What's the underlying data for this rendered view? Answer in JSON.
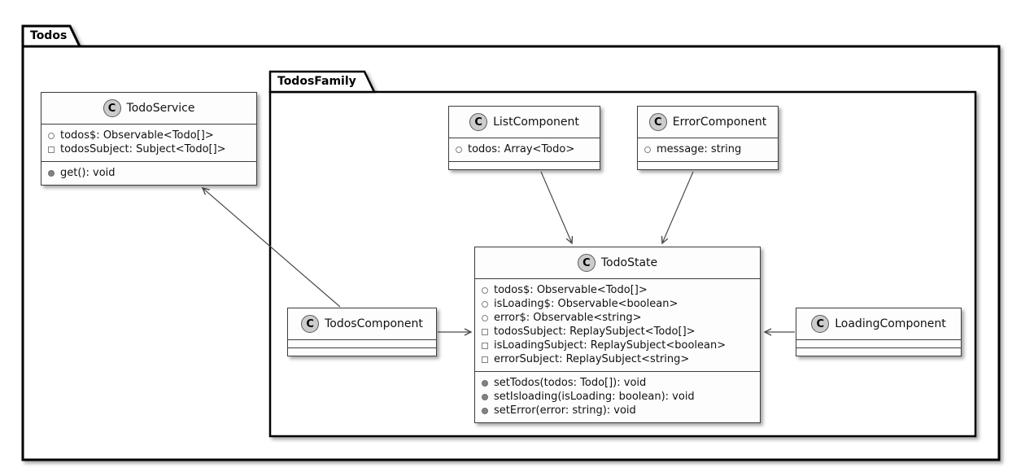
{
  "stereotype": "C",
  "packages": {
    "outer": {
      "label": "Todos"
    },
    "inner": {
      "label": "TodosFamily"
    }
  },
  "classes": {
    "todoService": {
      "name": "TodoService",
      "fields": [
        {
          "icon": "circle-outline",
          "text": "todos$: Observable<Todo[]>"
        },
        {
          "icon": "square-outline",
          "text": "todosSubject: Subject<Todo[]>"
        }
      ],
      "methods": [
        {
          "icon": "circle-filled",
          "text": "get(): void"
        }
      ]
    },
    "listComponent": {
      "name": "ListComponent",
      "fields": [
        {
          "icon": "circle-outline",
          "text": "todos: Array<Todo>"
        }
      ],
      "methods": []
    },
    "errorComponent": {
      "name": "ErrorComponent",
      "fields": [
        {
          "icon": "circle-outline",
          "text": "message: string"
        }
      ],
      "methods": []
    },
    "todoState": {
      "name": "TodoState",
      "fields": [
        {
          "icon": "circle-outline",
          "text": "todos$: Observable<Todo[]>"
        },
        {
          "icon": "circle-outline",
          "text": "isLoading$: Observable<boolean>"
        },
        {
          "icon": "circle-outline",
          "text": "error$: Observable<string>"
        },
        {
          "icon": "square-outline",
          "text": "todosSubject: ReplaySubject<Todo[]>"
        },
        {
          "icon": "square-outline",
          "text": "isLoadingSubject: ReplaySubject<boolean>"
        },
        {
          "icon": "square-outline",
          "text": "errorSubject: ReplaySubject<string>"
        }
      ],
      "methods": [
        {
          "icon": "circle-filled",
          "text": "setTodos(todos: Todo[]): void"
        },
        {
          "icon": "circle-filled",
          "text": "setIsloading(isLoading: boolean): void"
        },
        {
          "icon": "circle-filled",
          "text": "setError(error: string): void"
        }
      ]
    },
    "todosComponent": {
      "name": "TodosComponent",
      "fields": [],
      "methods": []
    },
    "loadingComponent": {
      "name": "LoadingComponent",
      "fields": [],
      "methods": []
    }
  },
  "relations": [
    {
      "from": "TodosComponent",
      "to": "TodoService"
    },
    {
      "from": "TodosComponent",
      "to": "TodoState"
    },
    {
      "from": "ListComponent",
      "to": "TodoState"
    },
    {
      "from": "ErrorComponent",
      "to": "TodoState"
    },
    {
      "from": "LoadingComponent",
      "to": "TodoState"
    }
  ],
  "colors": {
    "class_fill": "#FDFDFD",
    "class_border": "#3d3d3d",
    "stereotype_circle_fill": "#CCCCCC",
    "arrow": "#4a4a4a",
    "package_border": "#000000",
    "member_icon_gray": "#838383"
  }
}
